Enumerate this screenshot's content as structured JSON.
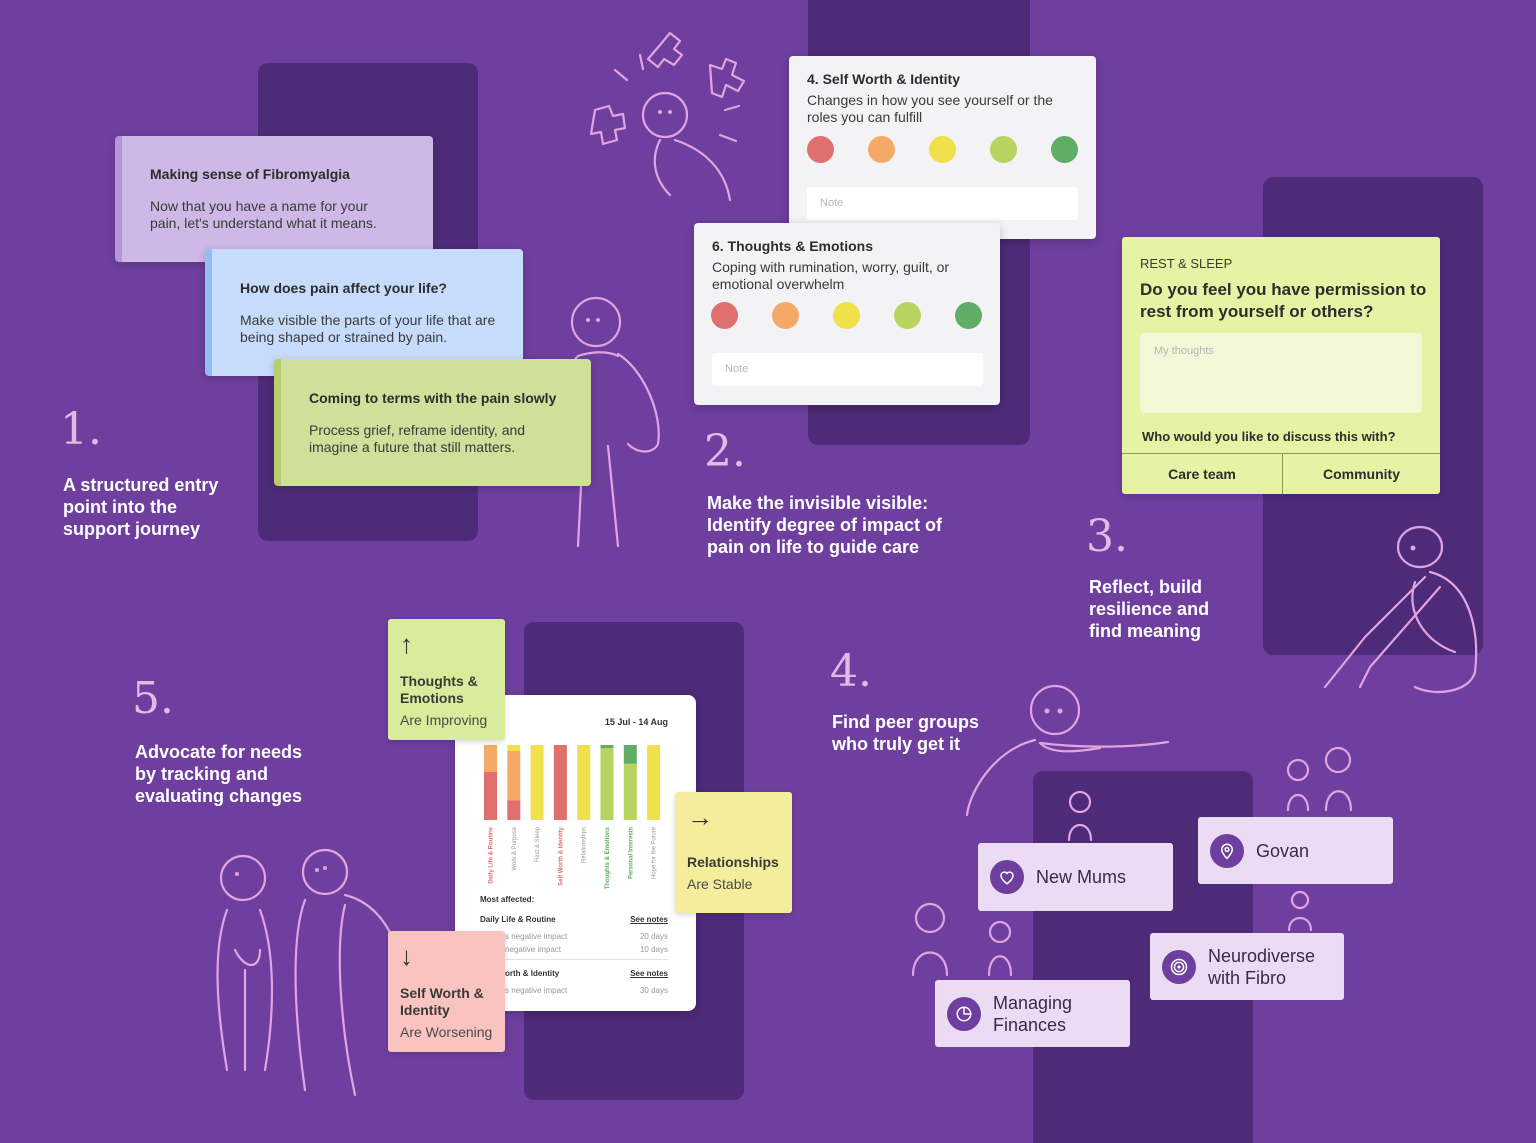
{
  "steps": [
    {
      "num": "1.",
      "text": "A structured entry point into the support journey"
    },
    {
      "num": "2.",
      "text": "Make the invisible visible: Identify degree of impact of pain on life to guide care"
    },
    {
      "num": "3.",
      "text": "Reflect, build resilience and find meaning"
    },
    {
      "num": "4.",
      "text": "Find peer groups who truly get it"
    },
    {
      "num": "5.",
      "text": "Advocate for needs by tracking and evaluating changes"
    }
  ],
  "journey_cards": [
    {
      "title": "Making sense of Fibromyalgia",
      "body": "Now that you have a name for your pain, let's understand what it means.",
      "color": "#cdb8e6"
    },
    {
      "title": "How does pain affect your life?",
      "body": "Make visible the parts of your life that are being shaped or strained by pain.",
      "color": "#c7dcfb"
    },
    {
      "title": "Coming to terms with the pain slowly",
      "body": "Process grief, reframe identity, and imagine a future that still matters.",
      "color": "#cfe09b"
    }
  ],
  "impact_cards": [
    {
      "title": "4. Self Worth & Identity",
      "body": "Changes in how you see yourself or the roles you can fulfill",
      "note_placeholder": "Note"
    },
    {
      "title": "6. Thoughts & Emotions",
      "body": "Coping with rumination, worry, guilt, or emotional overwhelm",
      "note_placeholder": "Note"
    }
  ],
  "rating_colors": [
    "#e06f70",
    "#f5a966",
    "#f0e04a",
    "#b6d45e",
    "#5fad66"
  ],
  "reflect_card": {
    "category": "REST & SLEEP",
    "question": "Do you feel you have permission to rest from yourself or others?",
    "placeholder": "My thoughts",
    "discuss_label": "Who would you like to discuss this with?",
    "options": [
      "Care team",
      "Community"
    ]
  },
  "groups": [
    {
      "label": "New Mums",
      "icon": "heart-icon"
    },
    {
      "label": "Govan",
      "icon": "location-pin-icon"
    },
    {
      "label": "Neurodiverse with Fibro",
      "icon": "target-icon"
    },
    {
      "label": "Managing Finances",
      "icon": "pie-chart-icon"
    }
  ],
  "trends": [
    {
      "title": "Thoughts & Emotions",
      "status": "Are Improving",
      "arrow": "↑",
      "color": "#d8ec9c"
    },
    {
      "title": "Relationships",
      "status": "Are Stable",
      "arrow": "→",
      "color": "#f4ee9c"
    },
    {
      "title": "Self Worth & Identity",
      "status": "Are Worsening",
      "arrow": "↓",
      "color": "#f9c3c0"
    }
  ],
  "tracker": {
    "date_range": "15 Jul - 14 Aug",
    "most_affected_label": "Most affected:",
    "rows": [
      {
        "name": "Daily Life & Routine",
        "link": "See notes",
        "details": [
          {
            "text": "s negative impact",
            "days": "20 days"
          },
          {
            "text": "negative impact",
            "days": "10 days"
          }
        ]
      },
      {
        "name": "orth & Identity",
        "link": "See notes",
        "details": [
          {
            "text": "s negative impact",
            "days": "30 days"
          }
        ]
      }
    ]
  },
  "chart_data": {
    "type": "bar",
    "stacked": true,
    "categories": [
      "Daily Life & Routine",
      "Work & Purpose",
      "Rest & Sleep",
      "Self Worth & Identity",
      "Relationships",
      "Thoughts & Emotions",
      "Personal Interests",
      "Hope for the Future"
    ],
    "segments": [
      [
        {
          "color": "#e06f70",
          "value": 0.64
        },
        {
          "color": "#f5a966",
          "value": 0.36
        }
      ],
      [
        {
          "color": "#e06f70",
          "value": 0.26
        },
        {
          "color": "#f5a966",
          "value": 0.66
        },
        {
          "color": "#f0e04a",
          "value": 0.08
        }
      ],
      [
        {
          "color": "#f0e04a",
          "value": 1.0
        }
      ],
      [
        {
          "color": "#e06f70",
          "value": 1.0
        }
      ],
      [
        {
          "color": "#f0e04a",
          "value": 1.0
        }
      ],
      [
        {
          "color": "#b6d45e",
          "value": 0.96
        },
        {
          "color": "#5fad66",
          "value": 0.04
        }
      ],
      [
        {
          "color": "#b6d45e",
          "value": 0.75
        },
        {
          "color": "#5fad66",
          "value": 0.25
        }
      ],
      [
        {
          "color": "#f0e04a",
          "value": 1.0
        }
      ]
    ],
    "label_colors": [
      "#e06f70",
      "#9a9a9a",
      "#9a9a9a",
      "#e06f70",
      "#9a9a9a",
      "#5fad66",
      "#5fad66",
      "#9a9a9a"
    ]
  }
}
